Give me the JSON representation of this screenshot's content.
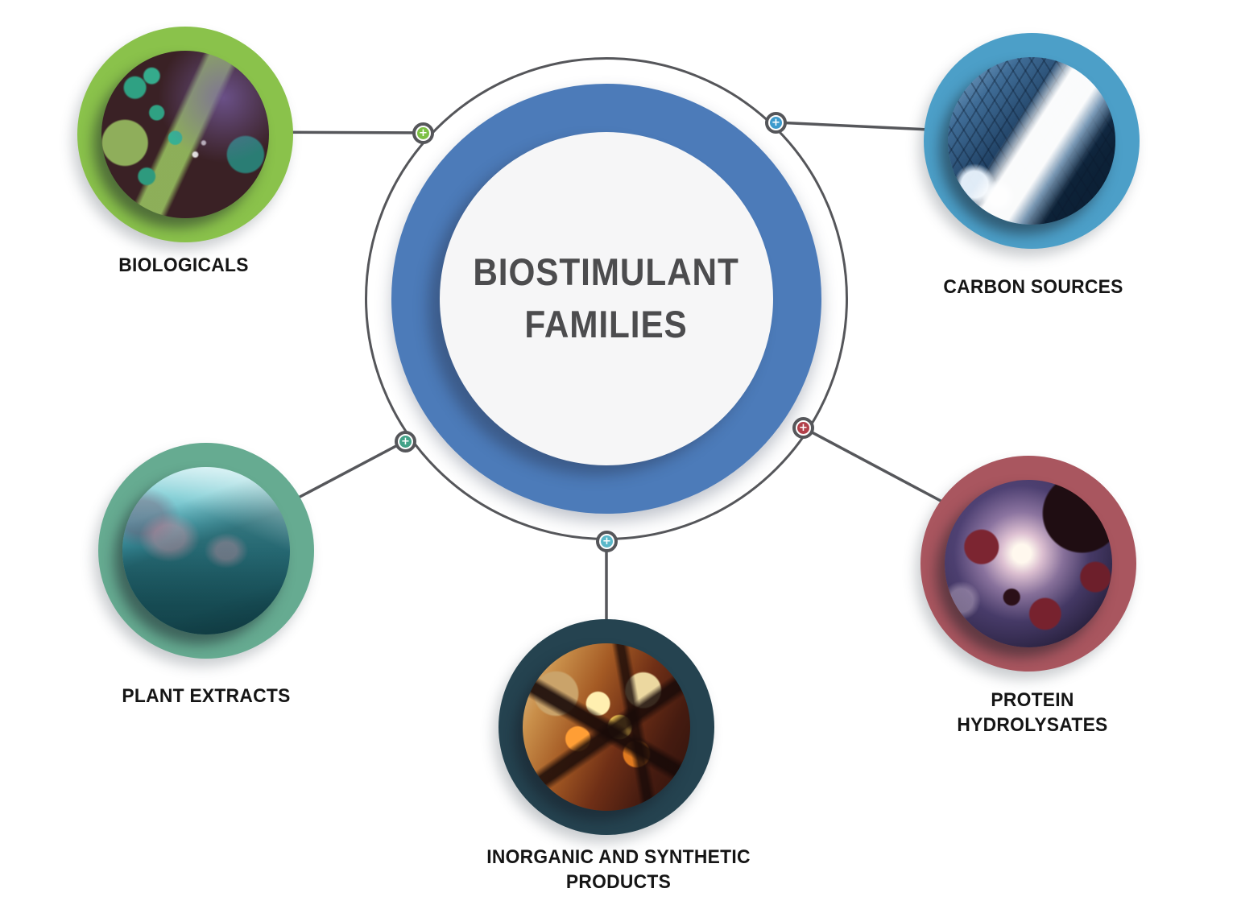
{
  "page": {
    "background": "#ffffff"
  },
  "hub": {
    "title_line1": "BIOSTIMULANT",
    "title_line2": "FAMILIES",
    "ring_color": "#4c7bb9",
    "inner_fill": "#f6f6f7",
    "outline_color": "#55565a",
    "title_color": "#4c4c4e"
  },
  "connectors": {
    "plus": "+",
    "line_color": "#56575b"
  },
  "satellites": [
    {
      "id": "biologicals",
      "label_line1": "BIOLOGICALS",
      "label_line2": "",
      "ring_color": "#8ac24b",
      "node_color": "#7cc044",
      "photo": "microbes-microscopy-photo"
    },
    {
      "id": "carbon-sources",
      "label_line1": "CARBON SOURCES",
      "label_line2": "",
      "ring_color": "#4c9fc8",
      "node_color": "#3d9bcd",
      "photo": "carbon-nanotube-lattice-photo"
    },
    {
      "id": "plant-extracts",
      "label_line1": "PLANT EXTRACTS",
      "label_line2": "",
      "ring_color": "#66ab91",
      "node_color": "#42a288",
      "photo": "underwater-kelp-photo"
    },
    {
      "id": "protein-hydrolysates",
      "label_line1": "PROTEIN",
      "label_line2": "HYDROLYSATES",
      "ring_color": "#a9565f",
      "node_color": "#b2404a",
      "photo": "molecule-spheres-photo"
    },
    {
      "id": "inorganic-and-synthetic-products",
      "label_line1": "INORGANIC AND SYNTHETIC",
      "label_line2": "PRODUCTS",
      "ring_color": "#254350",
      "node_color": "#5bb8c9",
      "photo": "abstract-orange-network-photo"
    }
  ]
}
